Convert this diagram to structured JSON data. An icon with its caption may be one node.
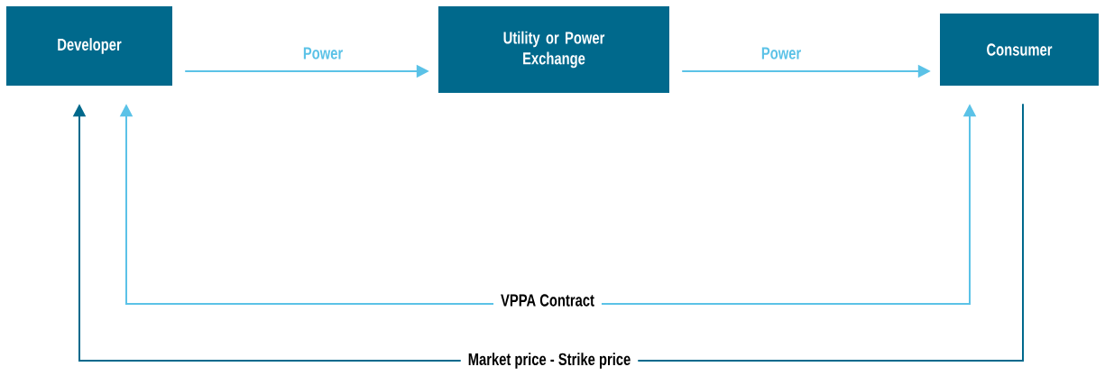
{
  "diagram": {
    "nodes": [
      {
        "text": [
          "Developer"
        ]
      },
      {
        "text": [
          "Utility or Power Exchange"
        ]
      },
      {
        "text": [
          "Consumer"
        ]
      }
    ],
    "edges": [
      {
        "from": 0,
        "to": 1,
        "arrow": "to",
        "label": "Power"
      },
      {
        "from": 1,
        "to": 2,
        "arrow": "to",
        "label": "Power"
      },
      {
        "from": 0,
        "to": 2,
        "arrow": "both",
        "label": "VPPA Contract"
      },
      {
        "from": 2,
        "to": 0,
        "arrow": "to",
        "label": "Market price - Strike price",
        "color": "#00698c"
      }
    ]
  }
}
